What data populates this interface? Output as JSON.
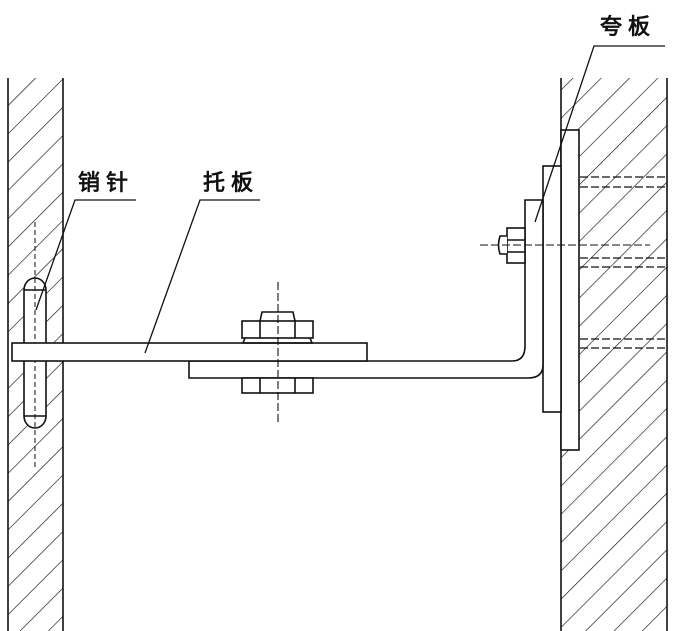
{
  "labels": {
    "pin": "销针",
    "support_plate": "托板",
    "span_plate": "夸板"
  },
  "colors": {
    "line": "#111111",
    "background": "#ffffff"
  }
}
